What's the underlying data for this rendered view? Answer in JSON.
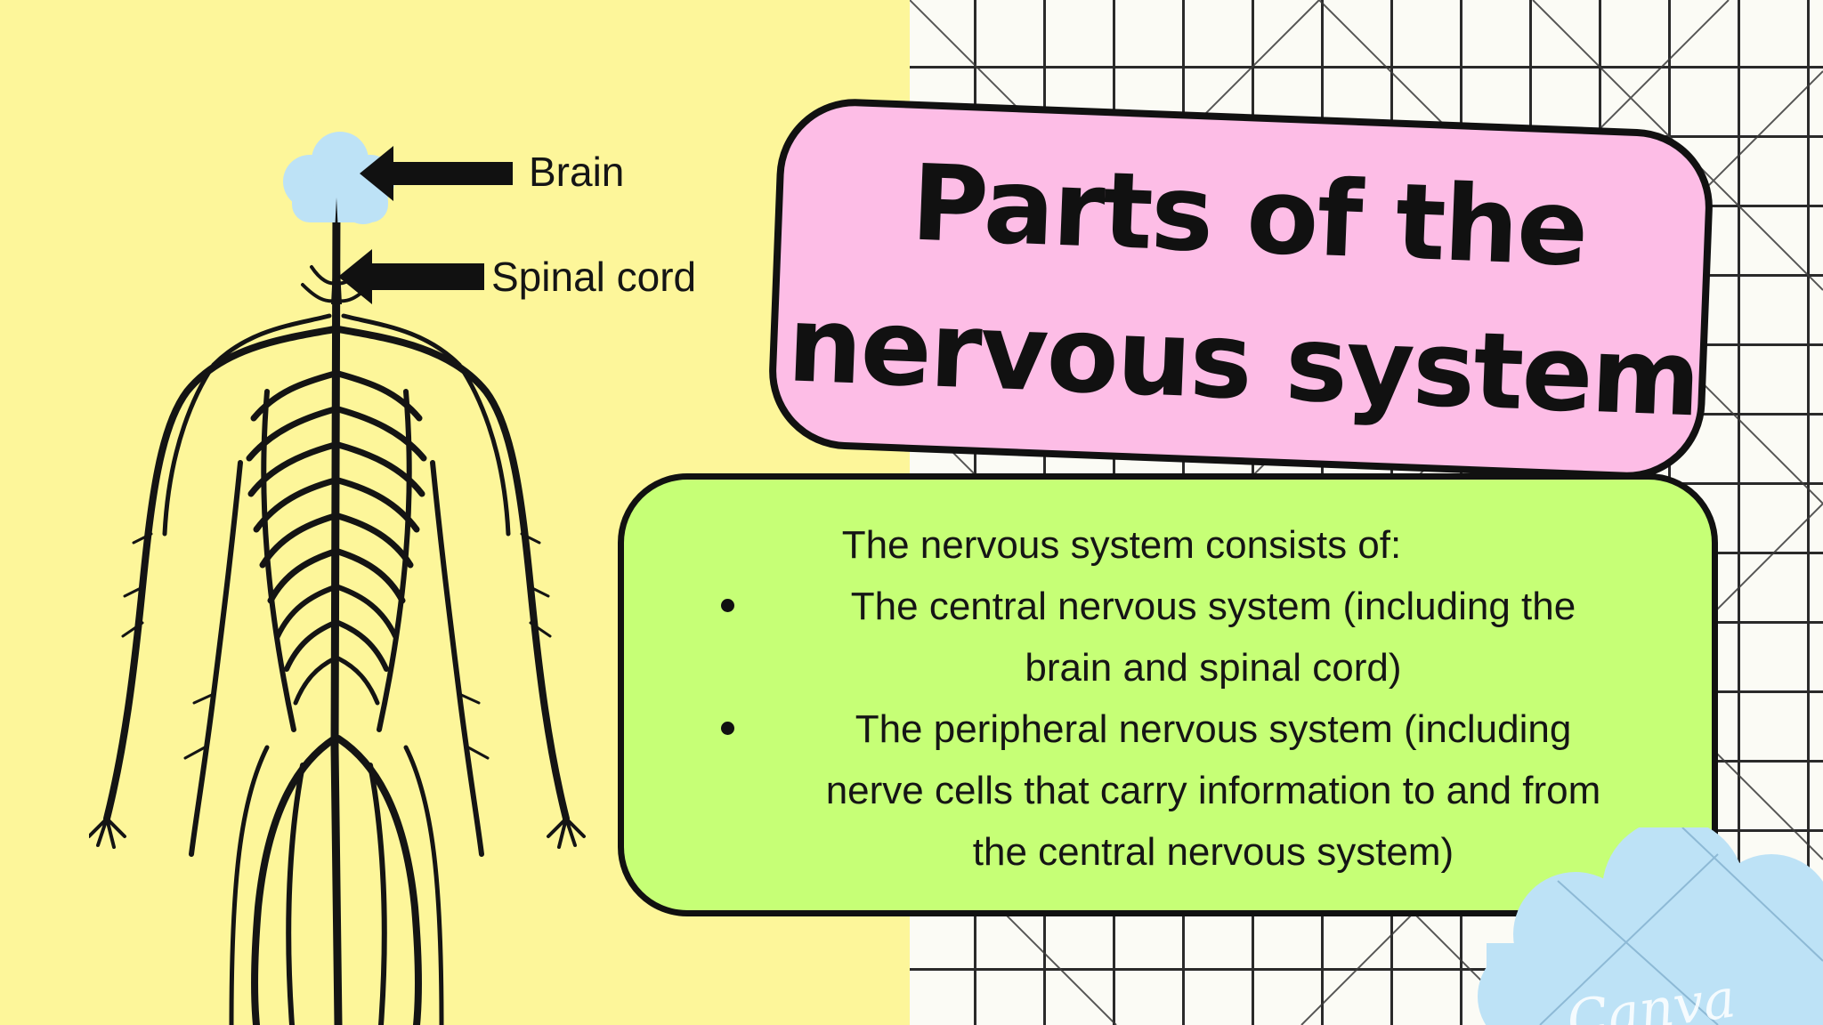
{
  "labels": {
    "brain": "Brain",
    "spinal_cord": "Spinal cord"
  },
  "title": {
    "line1": "Parts of the",
    "line2": "nervous system"
  },
  "info": {
    "intro": "The nervous system consists of:",
    "bullets": [
      {
        "line1": "The central nervous system (including the",
        "line2": "brain and spinal cord)"
      },
      {
        "line1": "The peripheral nervous system (including",
        "line2": "nerve cells that carry information to and from",
        "line3": "the central nervous system)"
      }
    ]
  },
  "watermark": "Canva",
  "colors": {
    "left_background": "#fdf69a",
    "title_box": "#fdbde6",
    "info_box": "#c6ff76",
    "cloud": "#bde2f6",
    "outline": "#111111"
  }
}
